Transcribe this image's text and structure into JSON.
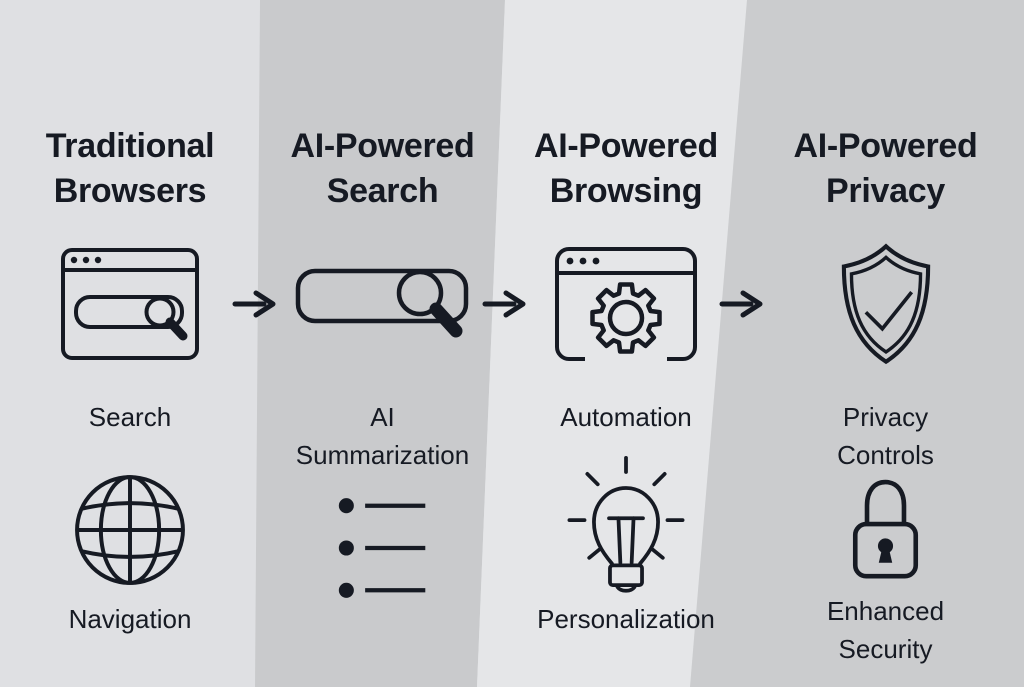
{
  "colors": {
    "ink": "#161a23",
    "column_light_1": "#dfe0e3",
    "column_light_2": "#e5e6e8",
    "column_dark_1": "#c9cacc",
    "column_dark_2": "#cbccce"
  },
  "columns": [
    {
      "title": "Traditional Browsers",
      "title_lines": [
        "Traditional",
        "Browsers"
      ],
      "icon_top": "browser-search-icon",
      "label_top": "Search",
      "label_top_lines": [
        "Search"
      ],
      "icon_bottom": "globe-icon",
      "label_bottom": "Navigation",
      "label_bottom_lines": [
        "Navigation"
      ]
    },
    {
      "title": "AI-Powered Search",
      "title_lines": [
        "AI-Powered",
        "Search"
      ],
      "icon_top": "search-bar-icon",
      "label_top": "AI Summarization",
      "label_top_lines": [
        "AI",
        "Summarization"
      ],
      "icon_bottom": "bullet-list-icon",
      "label_bottom": "",
      "label_bottom_lines": []
    },
    {
      "title": "AI-Powered Browsing",
      "title_lines": [
        "AI-Powered",
        "Browsing"
      ],
      "icon_top": "browser-gear-icon",
      "label_top": "Automation",
      "label_top_lines": [
        "Automation"
      ],
      "icon_bottom": "lightbulb-icon",
      "label_bottom": "Personalization",
      "label_bottom_lines": [
        "Personalization"
      ]
    },
    {
      "title": "AI-Powered Privacy",
      "title_lines": [
        "AI-Powered",
        "Privacy"
      ],
      "icon_top": "shield-check-icon",
      "label_top": "Privacy Controls",
      "label_top_lines": [
        "Privacy",
        "Controls"
      ],
      "icon_bottom": "padlock-icon",
      "label_bottom": "Enhanced Security",
      "label_bottom_lines": [
        "Enhanced",
        "Security"
      ]
    }
  ],
  "arrows": [
    {
      "icon": "arrow-right",
      "glyph": "→"
    },
    {
      "icon": "arrow-right",
      "glyph": "→"
    },
    {
      "icon": "arrow-right",
      "glyph": "→"
    }
  ]
}
